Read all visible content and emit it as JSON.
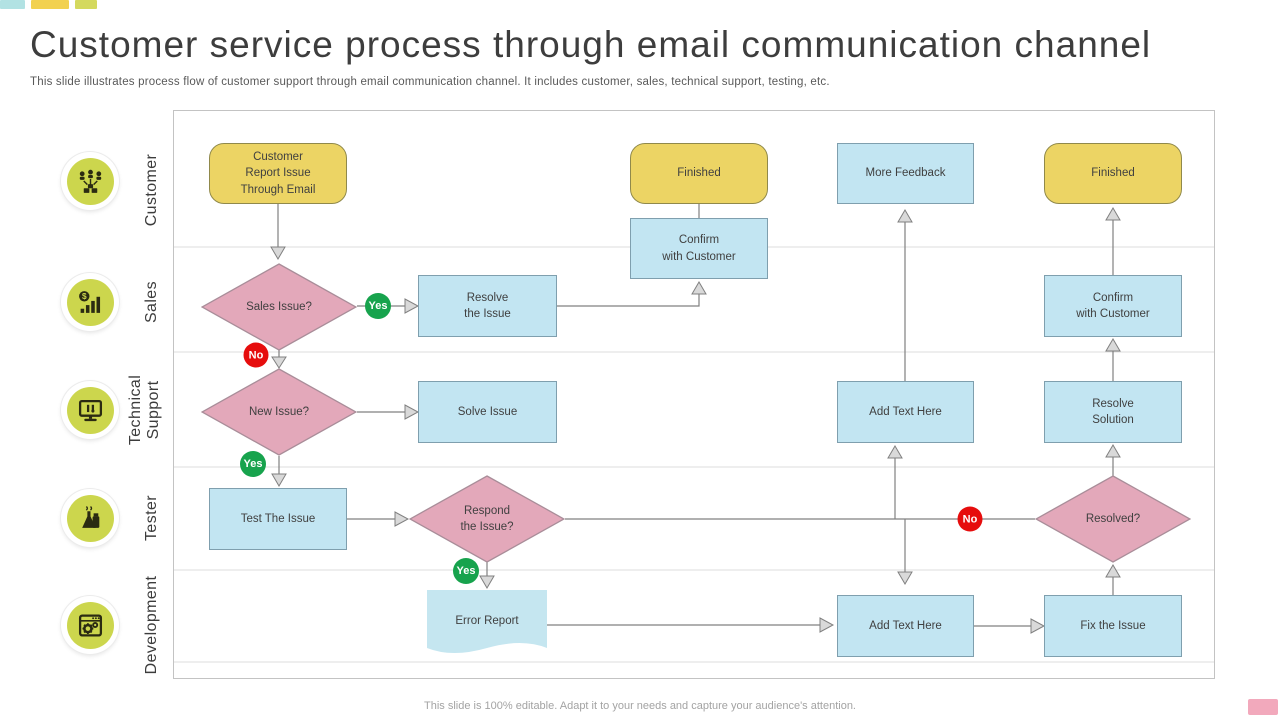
{
  "slide": {
    "title": "Customer service process through email communication channel",
    "subtitle": "This slide illustrates process flow of customer support through email communication channel. It includes customer, sales, technical support, testing, etc.",
    "footer_note": "This slide is 100% editable. Adapt it to your needs and capture your audience's attention."
  },
  "lanes": [
    {
      "label": "Customer",
      "icon": "people-network-icon"
    },
    {
      "label": "Sales",
      "icon": "sales-bar-chart-icon"
    },
    {
      "label": "Technical\nSupport",
      "icon": "monitor-tools-icon"
    },
    {
      "label": "Tester",
      "icon": "lab-flask-icon"
    },
    {
      "label": "Development",
      "icon": "window-gears-icon"
    }
  ],
  "badges": {
    "yes": "Yes",
    "no": "No"
  },
  "nodes": {
    "report_issue": "Customer\nReport Issue\nThrough Email",
    "finished_customer_mid": "Finished",
    "more_feedback": "More Feedback",
    "finished_customer_right": "Finished",
    "confirm_with_customer_mid": "Confirm\nwith Customer",
    "sales_issue": "Sales Issue?",
    "resolve_the_issue": "Resolve\nthe Issue",
    "confirm_with_customer_right": "Confirm\nwith Customer",
    "new_issue": "New Issue?",
    "solve_issue": "Solve Issue",
    "add_text_here_support": "Add Text Here",
    "resolve_solution": "Resolve\nSolution",
    "test_the_issue": "Test The Issue",
    "respond_the_issue": "Respond\nthe Issue?",
    "resolved": "Resolved?",
    "error_report": "Error Report",
    "add_text_here_dev": "Add Text Here",
    "fix_the_issue": "Fix the Issue"
  },
  "colors": {
    "terminator_fill": "#ecd464",
    "process_fill": "#c2e5f2",
    "decision_fill": "#e3a8ba",
    "yes_badge": "#17a34d",
    "no_badge": "#e60d0d",
    "connector": "#808080",
    "lane_icon_fill": "#ccd64d"
  }
}
